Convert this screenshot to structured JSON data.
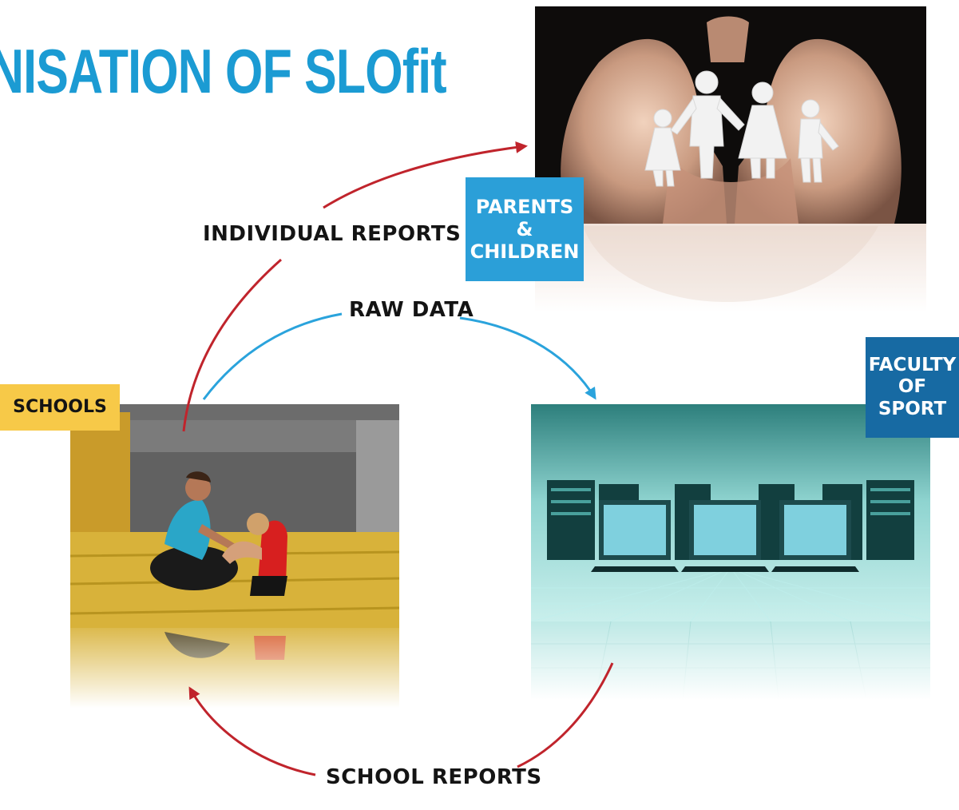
{
  "title": "NISATION OF SLOfit",
  "colors": {
    "title": "#1b9bd3",
    "blue_arrow": "#2aa3dc",
    "red_arrow": "#c0242c",
    "parents_tag": "#2b9fd8",
    "faculty_tag": "#176aa3",
    "schools_tag": "#f7c948"
  },
  "tags": {
    "parents_line1": "PARENTS",
    "parents_line2": "&",
    "parents_line3": "CHILDREN",
    "faculty_line1": "FACULTY",
    "faculty_line2": "OF",
    "faculty_line3": "SPORT",
    "schools": "SCHOOLS"
  },
  "flows": {
    "individual_reports": "INDIVIDUAL REPORTS",
    "raw_data": "RAW DATA",
    "school_reports": "SCHOOL REPORTS"
  },
  "images": {
    "parents_photo": "hands-holding-paper-family",
    "school_photo": "teacher-helping-child-sit-ups",
    "faculty_photo": "data-center-monitors"
  }
}
